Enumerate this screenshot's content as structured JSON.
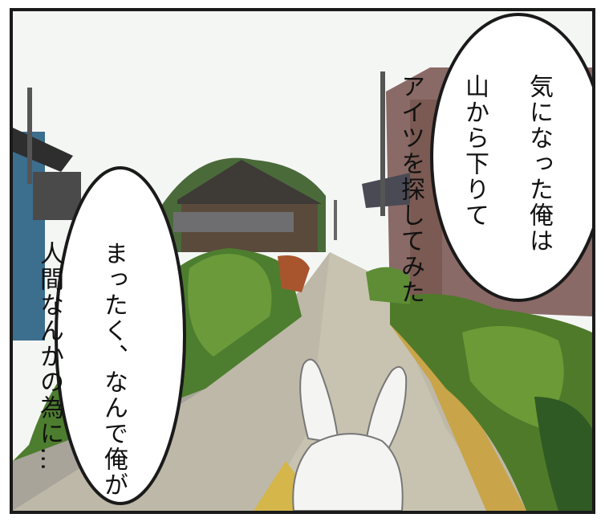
{
  "bubbles": {
    "right": {
      "lines": [
        "気になった俺は",
        "山から下りて",
        "アイツを探してみた"
      ]
    },
    "left": {
      "lines": [
        "まったく、なんで俺が",
        "人間なんかの為に…"
      ]
    }
  },
  "colors": {
    "sky": "#f4f6f4",
    "road": "#bdb8a8",
    "foliage": "#4d7d2e",
    "roof": "#3a3a3a",
    "outline": "#1a1a1a"
  }
}
